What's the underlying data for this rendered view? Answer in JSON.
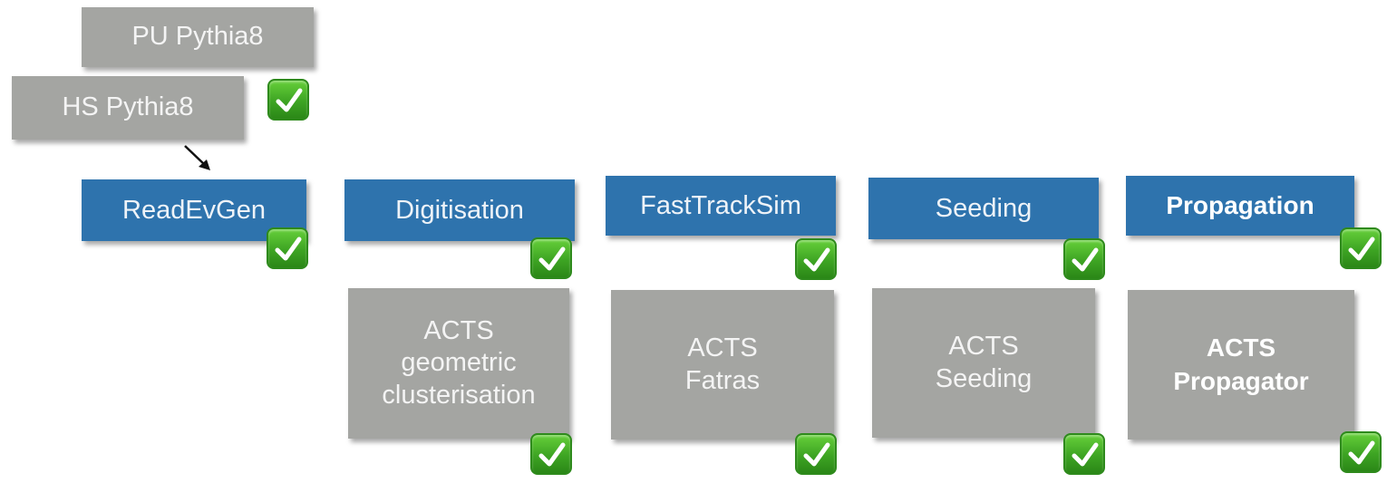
{
  "generators": {
    "pu": "PU Pythia8",
    "hs": "HS Pythia8"
  },
  "stages": {
    "read_ev_gen": "ReadEvGen",
    "digitisation": "Digitisation",
    "fast_track_sim": "FastTrackSim",
    "seeding": "Seeding",
    "propagation": "Propagation"
  },
  "tools": {
    "acts_clusterisation": "ACTS\ngeometric\nclusterisation",
    "acts_fatras": "ACTS\nFatras",
    "acts_seeding": "ACTS\nSeeding",
    "acts_propagator": "ACTS\nPropagator"
  },
  "colors": {
    "stage_blue": "#2e73ad",
    "tool_grey": "#a4a5a2",
    "check_green": "#3da423"
  },
  "icons": {
    "check": "checkmark-icon",
    "arrow": "arrow-icon"
  }
}
